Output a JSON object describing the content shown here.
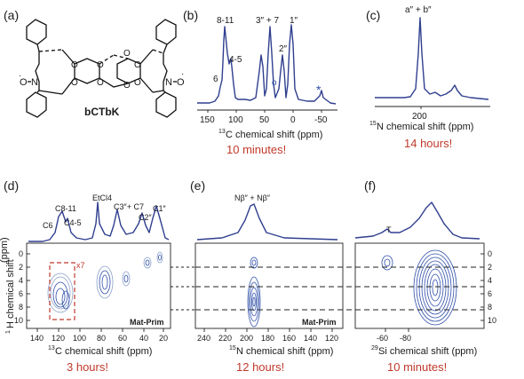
{
  "panels": {
    "a": {
      "label": "(a)",
      "compound": "bCTbK",
      "n_left": "N",
      "o_left": "O",
      "n_right": "N",
      "o_right": "O",
      "o_ring": "O"
    },
    "b": {
      "label": "(b)",
      "peak_labels": [
        "8-11",
        "4-5",
        "6",
        "3″ + 7",
        "1″",
        "2″",
        "*",
        "o"
      ],
      "ticks": [
        "150",
        "100",
        "50",
        "0",
        "-50"
      ],
      "xlabel_sup": "13",
      "xlabel": "C chemical shift (ppm)",
      "time": "10 minutes!"
    },
    "c": {
      "label": "(c)",
      "peak_label": "a″ + b″",
      "ticks": [
        "200"
      ],
      "xlabel_sup": "15",
      "xlabel": "N chemical shift (ppm)",
      "time": "14 hours!"
    },
    "d": {
      "label": "(d)",
      "peak_labels": [
        "C8-11",
        "C4-5",
        "C6",
        "EtCl4",
        "C3″+ C7",
        "C2″",
        "C1″"
      ],
      "ylabel_sup": "1",
      "ylabel": "H chemical shift",
      "ylabel_unit": "(ppm)",
      "yticks": [
        "0",
        "2",
        "4",
        "6",
        "8",
        "10"
      ],
      "xticks": [
        "140",
        "120",
        "100",
        "80",
        "60",
        "40",
        "20"
      ],
      "xlabel_sup": "13",
      "xlabel": "C chemical shift (ppm)",
      "magnify": "x7",
      "sequence": "Mat-Prim",
      "time": "3 hours!"
    },
    "e": {
      "label": "(e)",
      "peak_label": "Nβ″ + Nβ″",
      "xticks": [
        "240",
        "220",
        "200",
        "180",
        "160",
        "140",
        "120"
      ],
      "xlabel_sup": "15",
      "xlabel": "N chemical shift (ppm)",
      "sequence": "Mat-Prim",
      "time": "12 hours!"
    },
    "f": {
      "label": "(f)",
      "peak_label": "T",
      "yticks": [
        "0",
        "2",
        "4",
        "6",
        "8",
        "10"
      ],
      "xticks": [
        "-60",
        "-80"
      ],
      "xlabel_sup": "29",
      "xlabel": "Si chemical shift (ppm)",
      "time": "10 minutes!"
    }
  }
}
